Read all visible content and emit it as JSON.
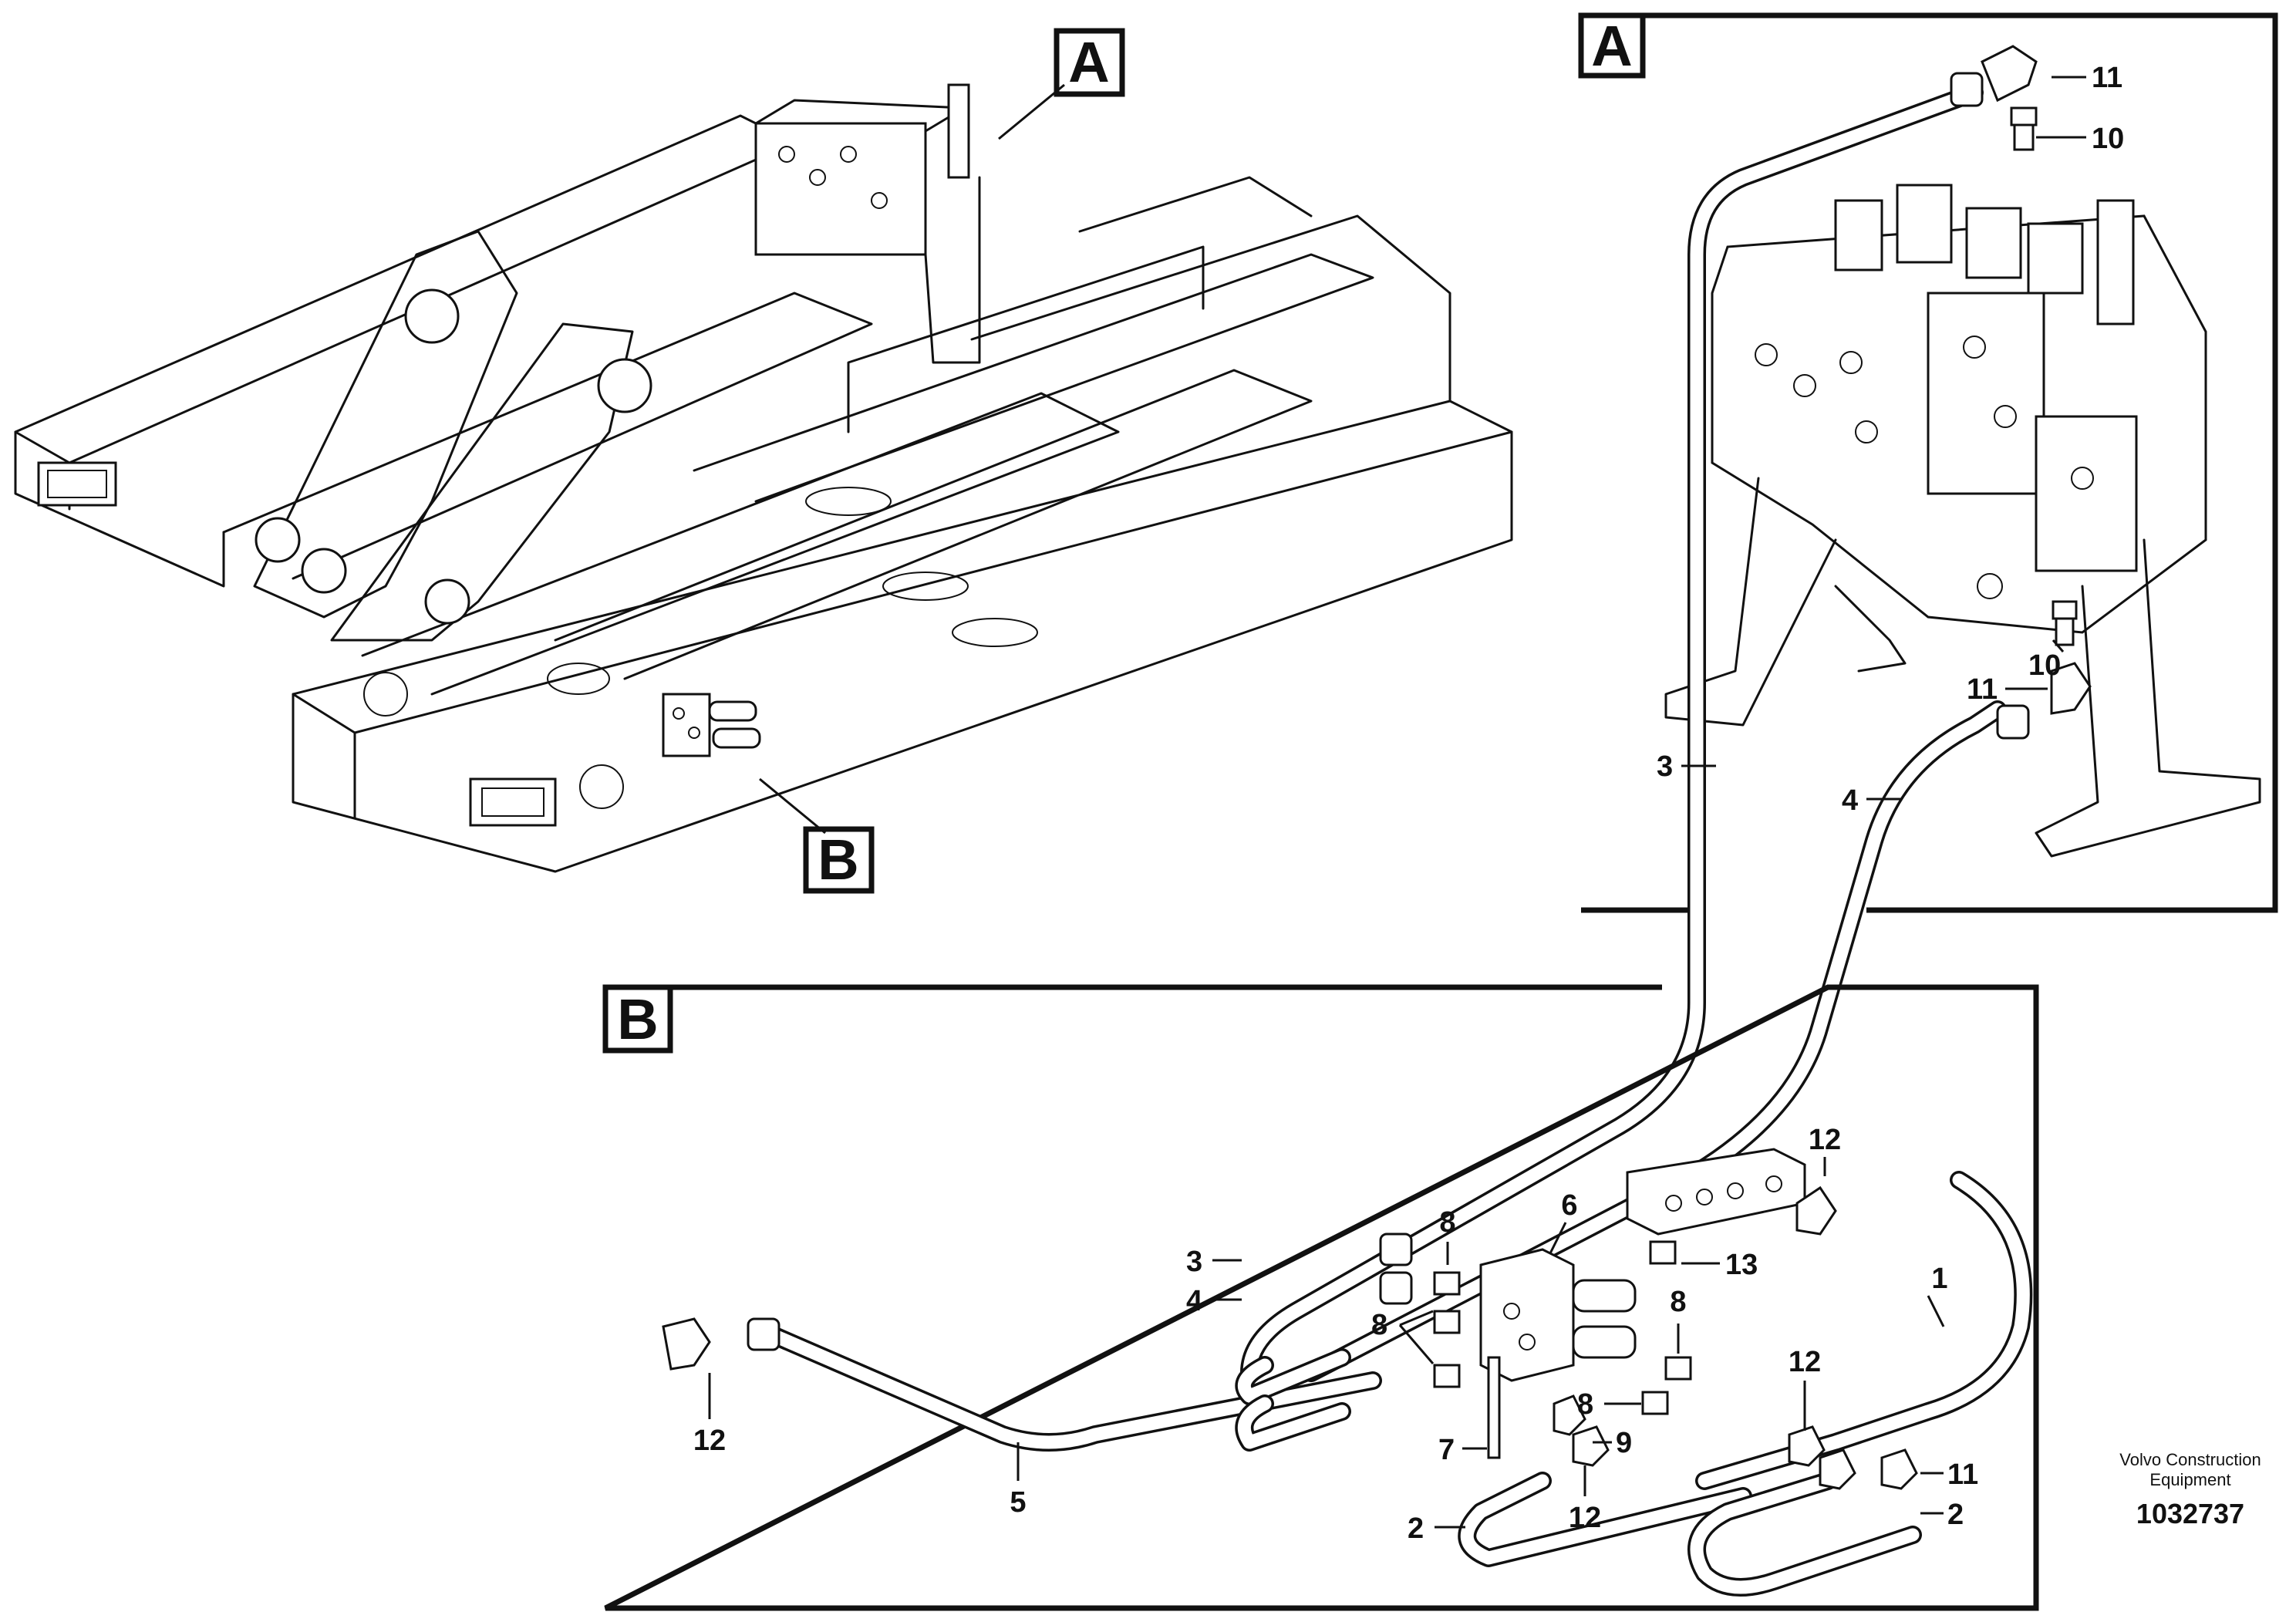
{
  "callouts": {
    "detail_a": "A",
    "detail_b": "B"
  },
  "detail_a": {
    "box_label": "A",
    "labels": {
      "l11_top": "11",
      "l10_top": "10",
      "l10_bottom": "10",
      "l11_bottom": "11",
      "l3": "3",
      "l4": "4"
    }
  },
  "detail_b": {
    "box_label": "B",
    "labels": {
      "l12_top": "12",
      "l6": "6",
      "l8_a": "8",
      "l13": "13",
      "l1": "1",
      "l3": "3",
      "l4": "4",
      "l8_b": "8",
      "l8_c": "8",
      "l12_mid": "12",
      "l8_d": "8",
      "l7": "7",
      "l9": "9",
      "l11": "11",
      "l12_left": "12",
      "l12_bottom": "12",
      "l5": "5",
      "l2_left": "2",
      "l2_right": "2"
    }
  },
  "footer": {
    "company_line1": "Volvo Construction",
    "company_line2": "Equipment",
    "doc_number": "1032737"
  },
  "icons": [
    "frame-chassis-drawing",
    "control-valve-icon",
    "hydraulic-hose-icon",
    "elbow-fitting-icon",
    "nipple-fitting-icon",
    "valve-block-icon",
    "bolt-icon"
  ]
}
